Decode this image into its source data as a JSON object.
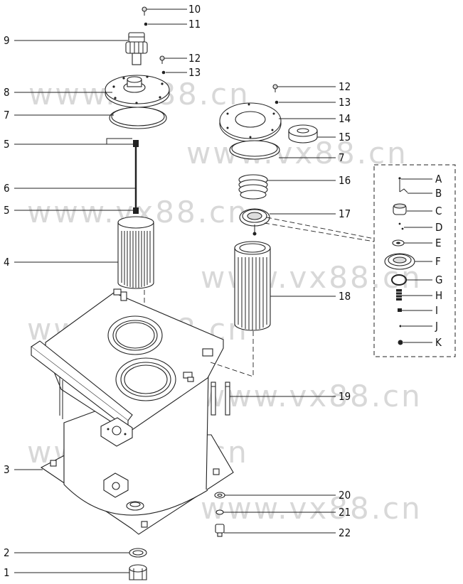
{
  "callouts": [
    {
      "id": "c1",
      "text": "1"
    },
    {
      "id": "c2",
      "text": "2"
    },
    {
      "id": "c3",
      "text": "3"
    },
    {
      "id": "c4",
      "text": "4"
    },
    {
      "id": "c5a",
      "text": "5"
    },
    {
      "id": "c5b",
      "text": "5"
    },
    {
      "id": "c6",
      "text": "6"
    },
    {
      "id": "c7",
      "text": "7"
    },
    {
      "id": "c7b",
      "text": "7"
    },
    {
      "id": "c8",
      "text": "8"
    },
    {
      "id": "c9",
      "text": "9"
    },
    {
      "id": "c10",
      "text": "10"
    },
    {
      "id": "c11",
      "text": "11"
    },
    {
      "id": "c12a",
      "text": "12"
    },
    {
      "id": "c12b",
      "text": "12"
    },
    {
      "id": "c13a",
      "text": "13"
    },
    {
      "id": "c13b",
      "text": "13"
    },
    {
      "id": "c14",
      "text": "14"
    },
    {
      "id": "c15",
      "text": "15"
    },
    {
      "id": "c16",
      "text": "16"
    },
    {
      "id": "c17",
      "text": "17"
    },
    {
      "id": "c18",
      "text": "18"
    },
    {
      "id": "c19",
      "text": "19"
    },
    {
      "id": "c20",
      "text": "20"
    },
    {
      "id": "c21",
      "text": "21"
    },
    {
      "id": "c22",
      "text": "22"
    },
    {
      "id": "cA",
      "text": "A"
    },
    {
      "id": "cB",
      "text": "B"
    },
    {
      "id": "cC",
      "text": "C"
    },
    {
      "id": "cD",
      "text": "D"
    },
    {
      "id": "cE",
      "text": "E"
    },
    {
      "id": "cF",
      "text": "F"
    },
    {
      "id": "cG",
      "text": "G"
    },
    {
      "id": "cH",
      "text": "H"
    },
    {
      "id": "cI",
      "text": "I"
    },
    {
      "id": "cJ",
      "text": "J"
    },
    {
      "id": "cK",
      "text": "K"
    }
  ],
  "watermark": "www.vx88.cn"
}
